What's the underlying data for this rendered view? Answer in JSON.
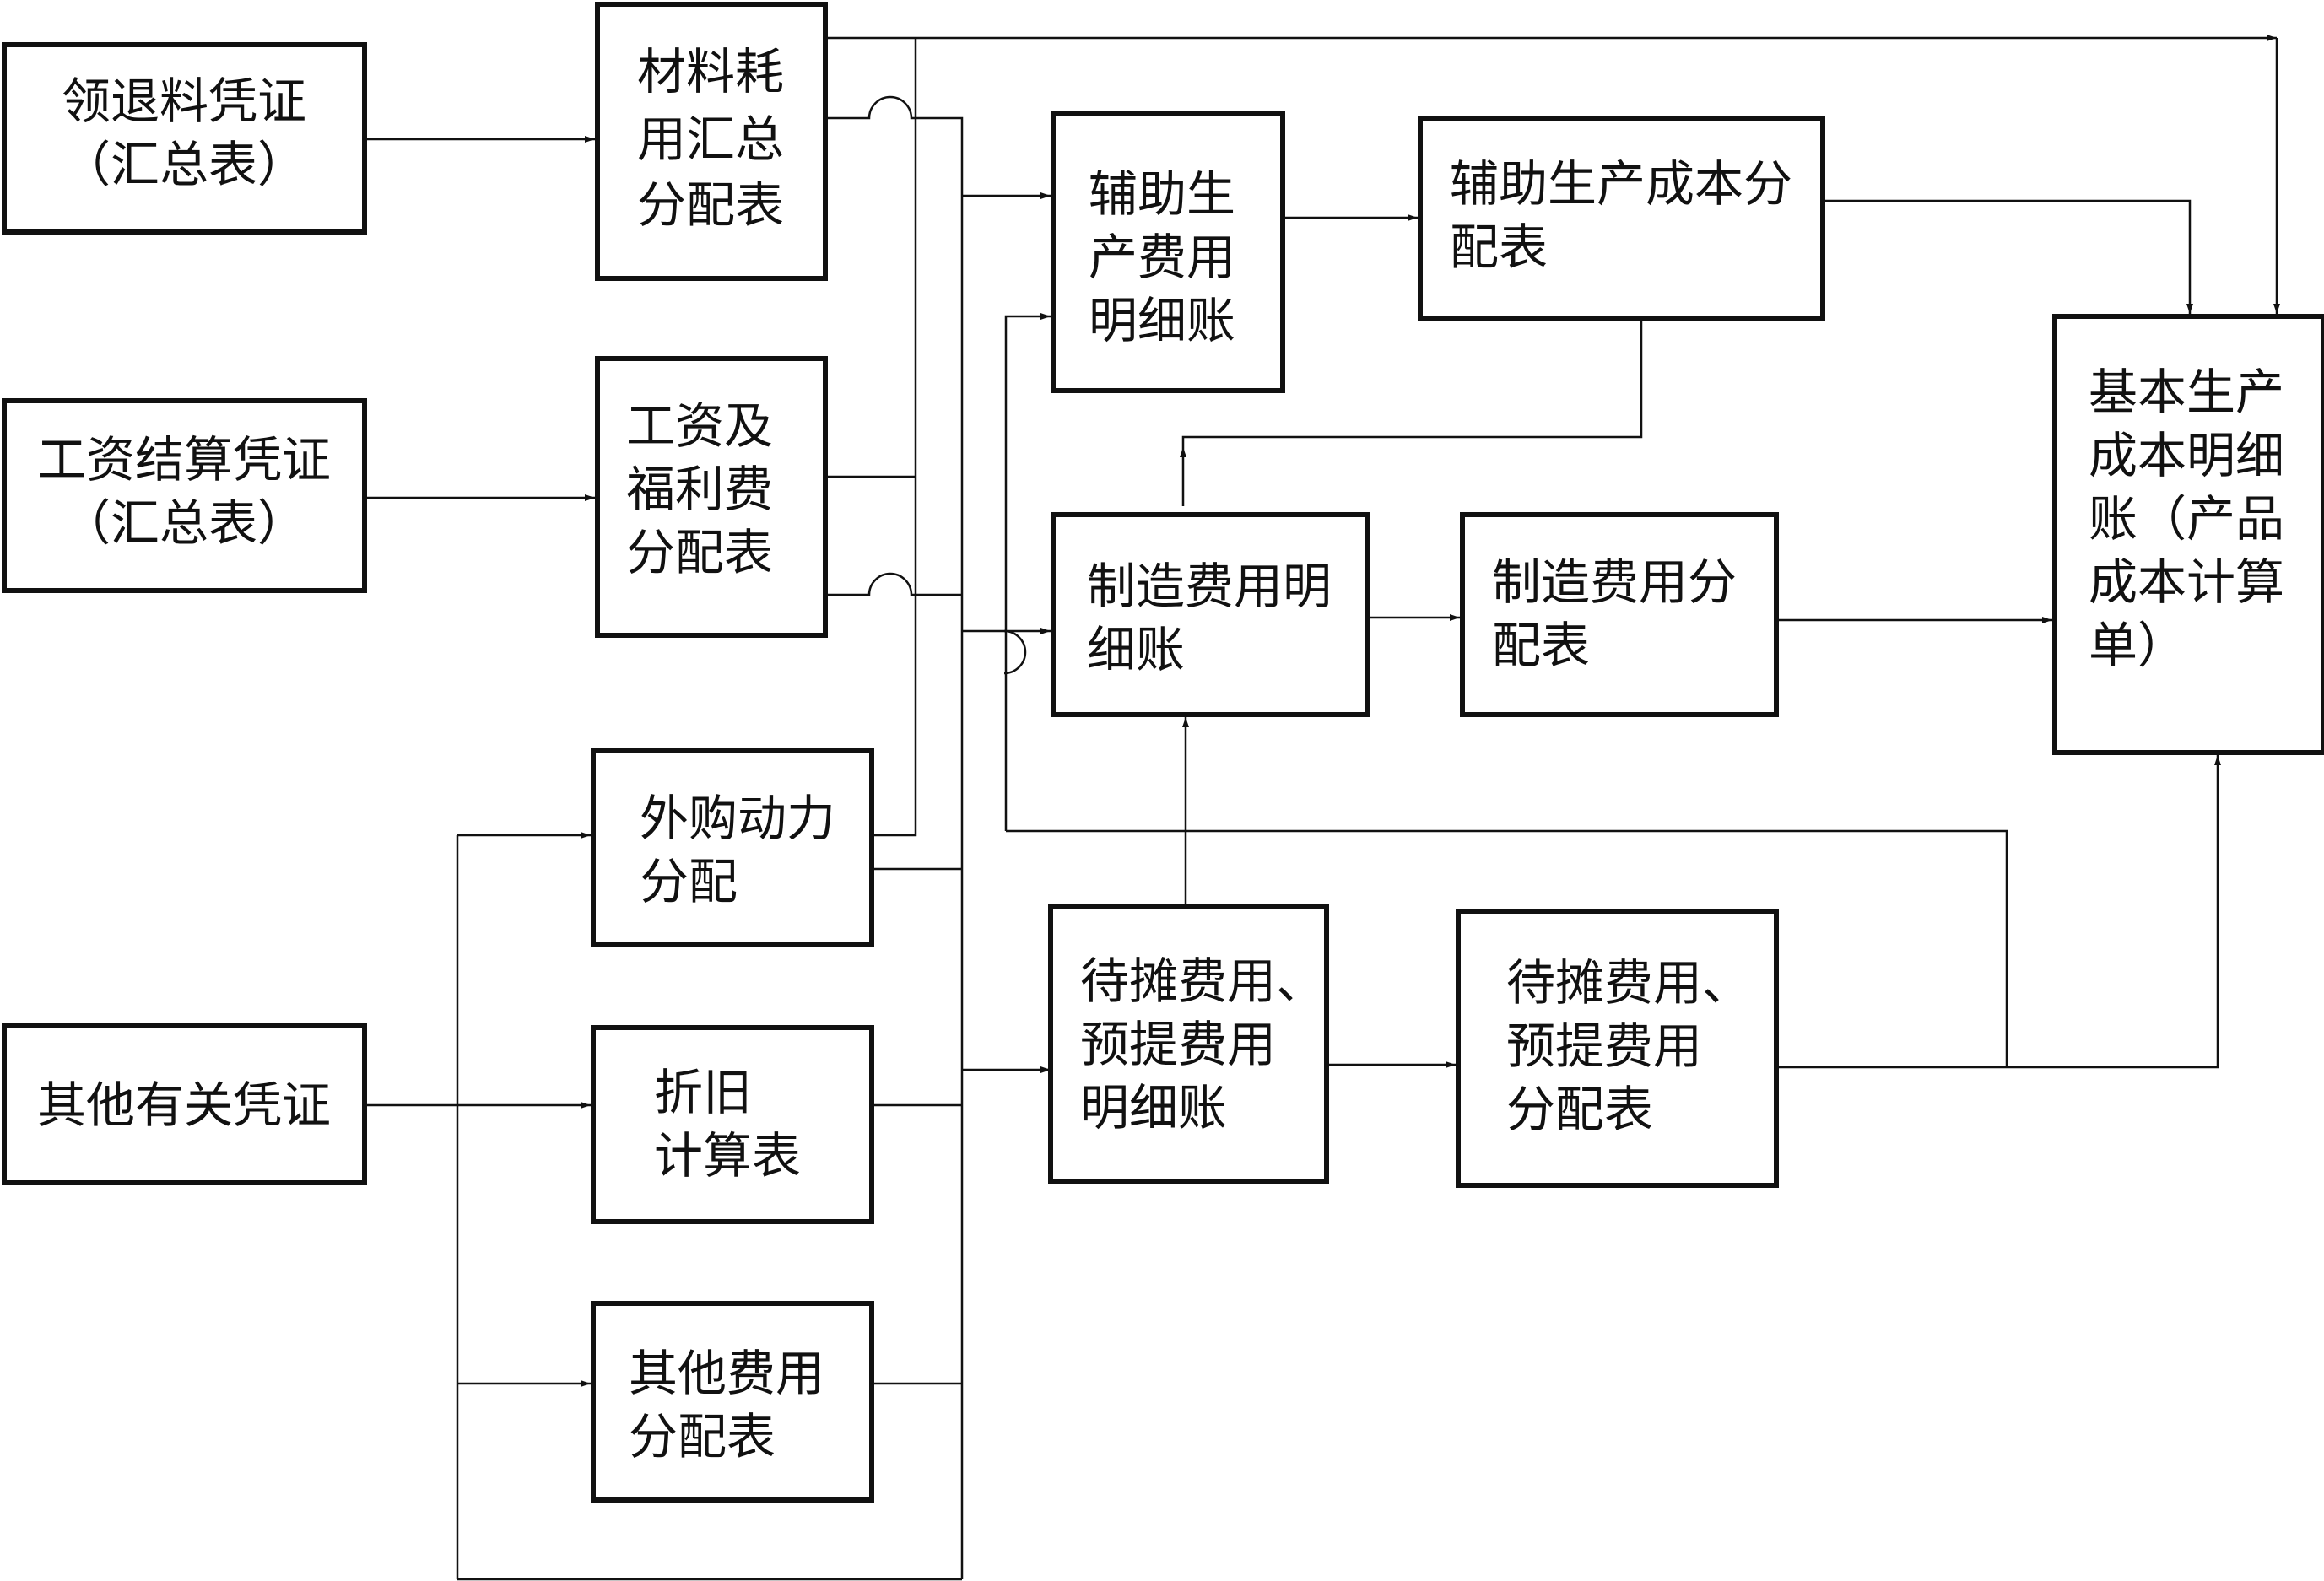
{
  "nodes": {
    "lingtuiliao": {
      "lines": [
        "领退料凭证",
        "（汇总表）"
      ]
    },
    "gongzi_pz": {
      "lines": [
        "工资结算凭证",
        "（汇总表）"
      ]
    },
    "qita_pz": {
      "lines": [
        "其他有关凭证"
      ]
    },
    "cailiao": {
      "lines": [
        "材料耗",
        "用汇总",
        "分配表"
      ]
    },
    "gongzi_fp": {
      "lines": [
        "工资及",
        "福利费",
        "分配表"
      ]
    },
    "waigou": {
      "lines": [
        "外购动力",
        "分配"
      ]
    },
    "zhejiu": {
      "lines": [
        "折旧",
        "计算表"
      ]
    },
    "qita_fy": {
      "lines": [
        "其他费用",
        "分配表"
      ]
    },
    "fuzhu_mx": {
      "lines": [
        "辅助生",
        "产费用",
        "明细账"
      ]
    },
    "fuzhu_fp": {
      "lines": [
        "辅助生产成本分",
        "配表"
      ]
    },
    "zhizao_mx": {
      "lines": [
        "制造费用明",
        "细账"
      ]
    },
    "zhizao_fp": {
      "lines": [
        "制造费用分",
        "配表"
      ]
    },
    "daitan_mx": {
      "lines": [
        "待摊费用、",
        "预提费用",
        "明细账"
      ]
    },
    "daitan_fp": {
      "lines": [
        "待摊费用、",
        "预提费用",
        "分配表"
      ]
    },
    "jiben": {
      "lines": [
        "基本生产",
        "成本明细",
        "账（产品",
        "成本计算",
        "单）"
      ]
    }
  }
}
